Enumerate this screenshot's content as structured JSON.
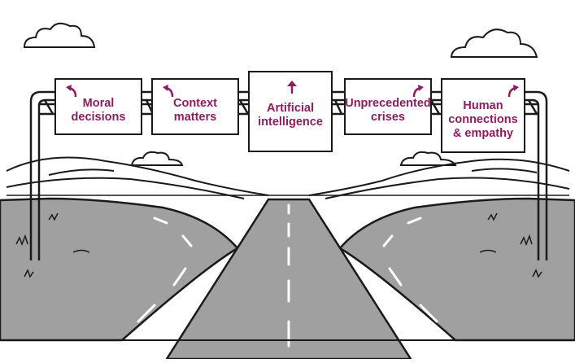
{
  "colors": {
    "sign_text": "#8e1c5f",
    "road": "#9a9a9a",
    "ink": "#1a1a1a",
    "background": "#ffffff"
  },
  "signs": [
    {
      "label": "Moral\ndecisions",
      "arrow": "up-left-arrow-icon"
    },
    {
      "label": "Context\nmatters",
      "arrow": "up-left-arrow-icon"
    },
    {
      "label": "Artificial\nintelligence",
      "arrow": "up-arrow-icon"
    },
    {
      "label": "Unprecedented\ncrises",
      "arrow": "up-right-arrow-icon"
    },
    {
      "label": "Human\nconnections\n& empathy",
      "arrow": "up-right-arrow-icon"
    }
  ]
}
